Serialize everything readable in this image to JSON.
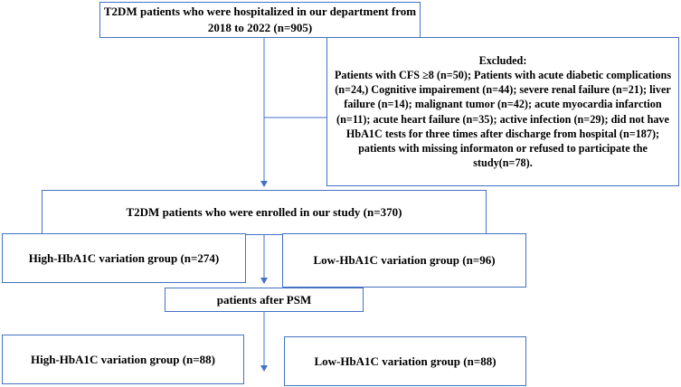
{
  "flowchart": {
    "screened": "T2DM patients  who were hospitalized in our department  from 2018 to 2022 (n=905)",
    "excluded_title": "Excluded:",
    "excluded_body": "Patients with CFS ≥8 (n=50); Patients with acute diabetic complications (n=24,) Cognitive impairement (n=44); severe renal failure (n=21); liver failure (n=14); malignant tumor (n=42); acute myocardia infarction (n=11); acute heart failure (n=35); active infection (n=29); did not have HbA1C tests for three times after discharge from hospital (n=187); patients with missing informaton or refused to participate the study(n=78).",
    "enrolled": "T2DM patients who were enrolled in our study (n=370)",
    "high_before": "High-HbA1C variation group (n=274)",
    "low_before": "Low-HbA1C variation group (n=96)",
    "psm": "patients after PSM",
    "high_after": "High-HbA1C variation group (n=88)",
    "low_after": "Low-HbA1C variation group (n=88)"
  },
  "colors": {
    "border": "#4472c4",
    "arrow": "#4472c4"
  }
}
